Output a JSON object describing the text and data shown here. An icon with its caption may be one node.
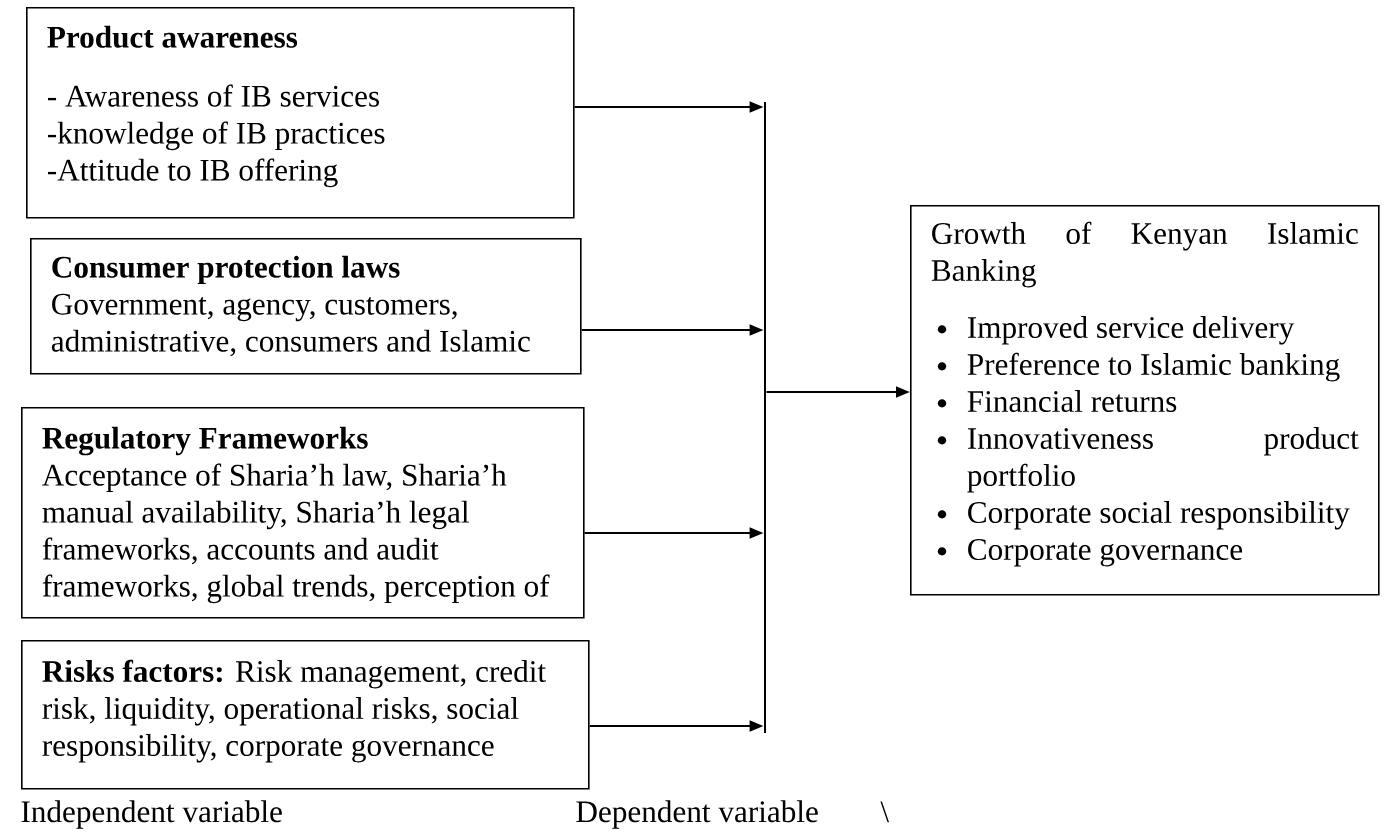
{
  "diagram": {
    "nodes": [
      {
        "text": [
          "Product awareness",
          "- Awareness of  IB services",
          "-knowledge of IB practices",
          "-Attitude to IB offering"
        ]
      },
      {
        "text": [
          "Consumer protection laws",
          "Government, agency, customers, administrative, consumers and Islamic"
        ]
      },
      {
        "text": [
          "Regulatory Frameworks",
          "Acceptance of Sharia’h law, Sharia’h manual availability, Sharia’h legal frameworks, accounts and audit frameworks, global trends, perception of"
        ]
      },
      {
        "text": [
          "**Risks factors:** Risk management, credit risk, liquidity, operational risks, social responsibility, corporate governance"
        ]
      },
      {
        "text": [],
        "shape": "bar"
      },
      {
        "text": [
          "Growth of Kenyan Islamic Banking",
          "Improved service delivery",
          "Preference to Islamic banking",
          "Financial returns",
          "Innovativeness product portfolio",
          "Corporate social responsibility",
          "Corporate governance"
        ]
      }
    ],
    "edges": [
      {
        "from": 0,
        "to": 4,
        "arrow": "to"
      },
      {
        "from": 1,
        "to": 4,
        "arrow": "to"
      },
      {
        "from": 2,
        "to": 4,
        "arrow": "to"
      },
      {
        "from": 3,
        "to": 4,
        "arrow": "to"
      },
      {
        "from": 4,
        "to": 5,
        "arrow": "to"
      }
    ],
    "labels": [
      "Independent variable",
      "Dependent variable",
      "\\"
    ]
  }
}
